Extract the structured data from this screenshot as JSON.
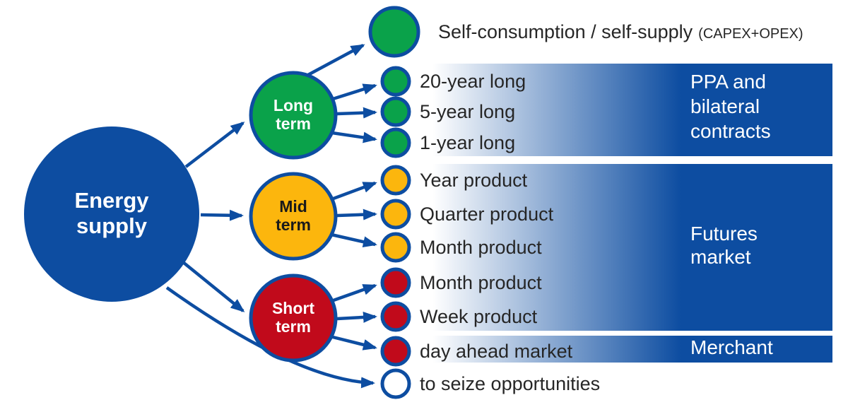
{
  "colors": {
    "blue": "#0d4da1",
    "green": "#0aa24a",
    "yellow": "#fcb60d",
    "red": "#c10a1b",
    "text": "#262626"
  },
  "root": {
    "name": "Energy supply",
    "lines": [
      "Energy",
      "supply"
    ]
  },
  "branches": [
    {
      "name": "Long term",
      "lines": [
        "Long",
        "term"
      ],
      "leaves": [
        {
          "label": "Self-consumption / self-supply",
          "suffix": "(CAPEX+OPEX)"
        },
        {
          "label": "20-year long"
        },
        {
          "label": "5-year long"
        },
        {
          "label": "1-year long"
        }
      ]
    },
    {
      "name": "Mid term",
      "lines": [
        "Mid",
        "term"
      ],
      "leaves": [
        {
          "label": "Year product"
        },
        {
          "label": "Quarter product"
        },
        {
          "label": "Month product"
        }
      ]
    },
    {
      "name": "Short term",
      "lines": [
        "Short",
        "term"
      ],
      "leaves": [
        {
          "label": "Month product"
        },
        {
          "label": "Week product"
        },
        {
          "label": "day ahead market"
        }
      ]
    }
  ],
  "extra_leaf": {
    "label": "to seize opportunities"
  },
  "bands": [
    {
      "lines": [
        "PPA and",
        "bilateral",
        "contracts"
      ]
    },
    {
      "lines": [
        "Futures",
        "market"
      ]
    },
    {
      "lines": [
        "Merchant"
      ]
    }
  ]
}
